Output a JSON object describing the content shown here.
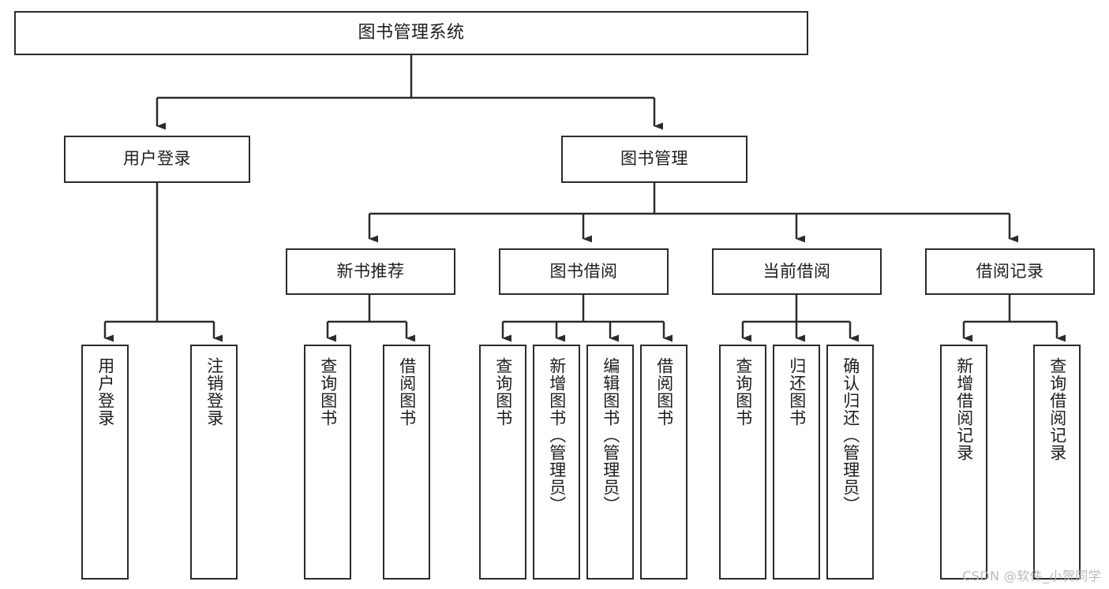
{
  "diagram": {
    "title": "图书管理系统",
    "type": "hierarchy-tree",
    "root": {
      "label": "图书管理系统"
    },
    "level2": [
      {
        "label": "用户登录"
      },
      {
        "label": "图书管理"
      }
    ],
    "level3": [
      {
        "label": "新书推荐"
      },
      {
        "label": "图书借阅"
      },
      {
        "label": "当前借阅"
      },
      {
        "label": "借阅记录"
      }
    ],
    "leaves": {
      "user_login": [
        {
          "label": "用户登录"
        },
        {
          "label": "注销登录"
        }
      ],
      "new_book": [
        {
          "label": "查询图书"
        },
        {
          "label": "借阅图书"
        }
      ],
      "book_borrow": [
        {
          "label": "查询图书"
        },
        {
          "label": "新增图书（管理员）"
        },
        {
          "label": "编辑图书（管理员）"
        },
        {
          "label": "借阅图书"
        }
      ],
      "current_borrow": [
        {
          "label": "查询图书"
        },
        {
          "label": "归还图书"
        },
        {
          "label": "确认归还（管理员）"
        }
      ],
      "borrow_record": [
        {
          "label": "新增借阅记录"
        },
        {
          "label": "查询借阅记录"
        }
      ]
    }
  },
  "watermark": {
    "text": "CSDN @软件_小贺同学"
  },
  "colors": {
    "stroke": "#2b2b2b",
    "fill": "#ffffff",
    "text": "#1d1d1d",
    "watermark": "#b9b9b9"
  }
}
